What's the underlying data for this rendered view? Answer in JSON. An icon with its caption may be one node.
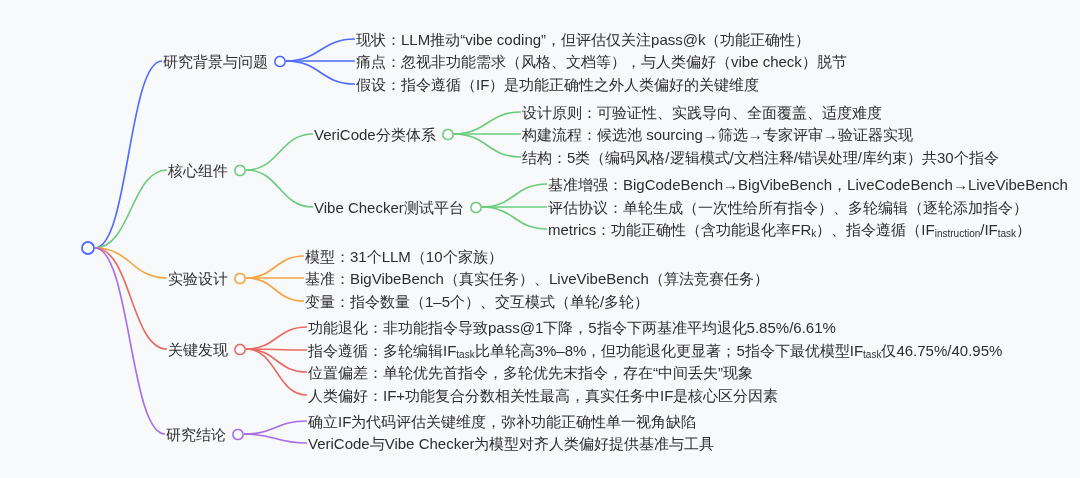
{
  "diagram": {
    "nodes": [
      {
        "text": [],
        "shape": "circle"
      },
      {
        "text": [
          "研究背景与问题"
        ]
      },
      {
        "text": [
          "现状：LLM推动“vibe coding”，但评估仅关注pass@k（功能正确性）"
        ]
      },
      {
        "text": [
          "痛点：忽视非功能需求（风格、文档等），与人类偏好（vibe check）脱节"
        ]
      },
      {
        "text": [
          "假设：指令遵循（IF）是功能正确性之外人类偏好的关键维度"
        ]
      },
      {
        "text": [
          "核心组件"
        ]
      },
      {
        "text": [
          "VeriCode分类体系"
        ]
      },
      {
        "text": [
          "设计原则：可验证性、实践导向、全面覆盖、适度难度"
        ]
      },
      {
        "text": [
          "构建流程：候选池 sourcing→筛选→专家评审→验证器实现"
        ]
      },
      {
        "text": [
          "结构：5类（编码风格/逻辑模式/文档注释/错误处理/库约束）共30个指令"
        ]
      },
      {
        "text": [
          "Vibe Checker测试平台"
        ]
      },
      {
        "text": [
          "基准增强：BigCodeBench→BigVibeBench，LiveCodeBench→LiveVibeBench"
        ]
      },
      {
        "text": [
          "评估协议：单轮生成（一次性给所有指令）、多轮编辑（逐轮添加指令）"
        ]
      },
      {
        "text": [
          "metrics：功能正确性（含功能退化率FR$_{k}$）、指令遵循（IF$_{instruction}$/IF$_{task}$）"
        ]
      },
      {
        "text": [
          "实验设计"
        ]
      },
      {
        "text": [
          "模型：31个LLM（10个家族）"
        ]
      },
      {
        "text": [
          "基准：BigVibeBench（真实任务）、LiveVibeBench（算法竞赛任务）"
        ]
      },
      {
        "text": [
          "变量：指令数量（1–5个）、交互模式（单轮/多轮）"
        ]
      },
      {
        "text": [
          "关键发现"
        ]
      },
      {
        "text": [
          "功能退化：非功能指令导致pass@1下降，5指令下两基准平均退化5.85%/6.61%"
        ]
      },
      {
        "text": [
          "指令遵循：多轮编辑IF$_{task}$比单轮高3%–8%，但功能退化更显著；5指令下最优模型IF$_{task}$仅46.75%/40.95%"
        ]
      },
      {
        "text": [
          "位置偏差：单轮优先首指令，多轮优先末指令，存在“中间丢失”现象"
        ]
      },
      {
        "text": [
          "人类偏好：IF+功能复合分数相关性最高，真实任务中IF是核心区分因素"
        ]
      },
      {
        "text": [
          "研究结论"
        ]
      },
      {
        "text": [
          "确立IF为代码评估关键维度，弥补功能正确性单一视角缺陷"
        ]
      },
      {
        "text": [
          "VeriCode与Vibe Checker为模型对齐人类偏好提供基准与工具"
        ]
      }
    ],
    "edges": [
      {
        "from": 0,
        "to": 1,
        "arrow": "none",
        "color": "#4d6bfe"
      },
      {
        "from": 1,
        "to": 2,
        "arrow": "none",
        "color": "#4d6bfe"
      },
      {
        "from": 1,
        "to": 3,
        "arrow": "none",
        "color": "#4d6bfe"
      },
      {
        "from": 1,
        "to": 4,
        "arrow": "none",
        "color": "#4d6bfe"
      },
      {
        "from": 0,
        "to": 5,
        "arrow": "none"
      },
      {
        "from": 5,
        "to": 6,
        "arrow": "none"
      },
      {
        "from": 6,
        "to": 7,
        "arrow": "none"
      },
      {
        "from": 6,
        "to": 8,
        "arrow": "none"
      },
      {
        "from": 6,
        "to": 9,
        "arrow": "none"
      },
      {
        "from": 5,
        "to": 10,
        "arrow": "none"
      },
      {
        "from": 10,
        "to": 11,
        "arrow": "none"
      },
      {
        "from": 10,
        "to": 12,
        "arrow": "none"
      },
      {
        "from": 10,
        "to": 13,
        "arrow": "none"
      },
      {
        "from": 0,
        "to": 14,
        "arrow": "none",
        "color": "#f4a33f"
      },
      {
        "from": 14,
        "to": 15,
        "arrow": "none",
        "color": "#f4a33f"
      },
      {
        "from": 14,
        "to": 16,
        "arrow": "none",
        "color": "#f4a33f"
      },
      {
        "from": 14,
        "to": 17,
        "arrow": "none",
        "color": "#f4a33f"
      },
      {
        "from": 0,
        "to": 18,
        "arrow": "none",
        "color": "#ea6a62"
      },
      {
        "from": 18,
        "to": 19,
        "arrow": "none",
        "color": "#ea6a62"
      },
      {
        "from": 18,
        "to": 20,
        "arrow": "none",
        "color": "#ea6a62"
      },
      {
        "from": 18,
        "to": 21,
        "arrow": "none",
        "color": "#ea6a62"
      },
      {
        "from": 18,
        "to": 22,
        "arrow": "none",
        "color": "#ea6a62"
      },
      {
        "from": 0,
        "to": 23,
        "arrow": "none",
        "color": "#a66ee6"
      },
      {
        "from": 23,
        "to": 24,
        "arrow": "none",
        "color": "#a66ee6"
      },
      {
        "from": 23,
        "to": 25,
        "arrow": "none",
        "color": "#a66ee6"
      }
    ]
  }
}
